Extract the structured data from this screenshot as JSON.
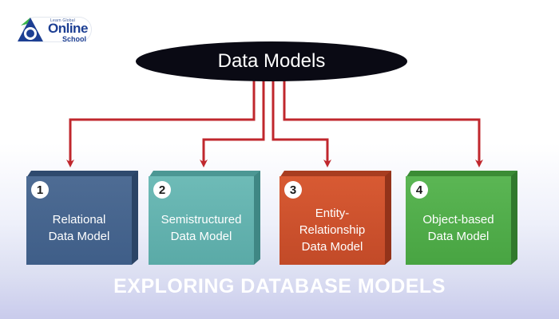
{
  "logo": {
    "brand": "Online",
    "sub": "School",
    "tagline": "Learn Global"
  },
  "diagram": {
    "root": "Data Models",
    "models": [
      {
        "number": "1",
        "label": "Relational\nData Model",
        "color": "#4a6890"
      },
      {
        "number": "2",
        "label": "Semistructured\nData Model",
        "color": "#62b3b0"
      },
      {
        "number": "3",
        "label": "Entity-\nRelationship\nData Model",
        "color": "#cf5430"
      },
      {
        "number": "4",
        "label": "Object-based\nData Model",
        "color": "#52ae4b"
      }
    ]
  },
  "banner": {
    "title": "EXPLORING DATABASE MODELS"
  },
  "colors": {
    "root_ellipse": "#0a0a14",
    "connector": "#c0272d",
    "banner_bg": "#3b3fae"
  }
}
